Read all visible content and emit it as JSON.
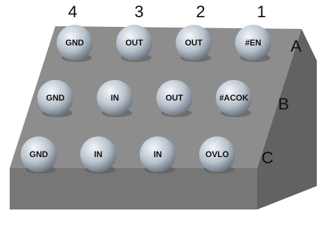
{
  "columns": [
    "4",
    "3",
    "2",
    "1"
  ],
  "rows": [
    "A",
    "B",
    "C"
  ],
  "balls": [
    {
      "row": "A",
      "col": "4",
      "label": "GND"
    },
    {
      "row": "A",
      "col": "3",
      "label": "OUT"
    },
    {
      "row": "A",
      "col": "2",
      "label": "OUT"
    },
    {
      "row": "A",
      "col": "1",
      "label": "#EN"
    },
    {
      "row": "B",
      "col": "4",
      "label": "GND"
    },
    {
      "row": "B",
      "col": "3",
      "label": "IN"
    },
    {
      "row": "B",
      "col": "2",
      "label": "OUT"
    },
    {
      "row": "B",
      "col": "1",
      "label": "#ACOK"
    },
    {
      "row": "C",
      "col": "4",
      "label": "GND"
    },
    {
      "row": "C",
      "col": "3",
      "label": "IN"
    },
    {
      "row": "C",
      "col": "2",
      "label": "IN"
    },
    {
      "row": "C",
      "col": "1",
      "label": "OVLO"
    }
  ],
  "colors": {
    "package_top": "#8d8d8d",
    "package_front": "#777777",
    "package_side": "#626262",
    "ball_highlight": "#f4f7fa",
    "ball_mid": "#b8c2cc",
    "ball_shadow": "#5f6a75"
  }
}
